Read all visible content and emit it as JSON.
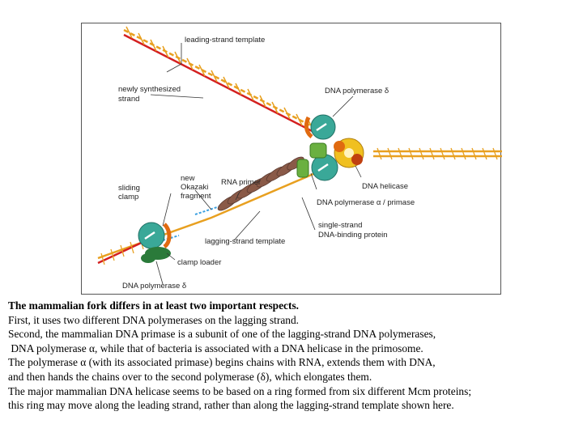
{
  "figure": {
    "labels": {
      "leading_strand_template": "leading-strand template",
      "newly_synthesized_1": "newly synthesized",
      "newly_synthesized_2": "strand",
      "dna_pol_delta_top": "DNA polymerase δ",
      "dna_helicase": "DNA helicase",
      "rna_primer": "RNA primer",
      "new_okazaki_1": "new",
      "new_okazaki_2": "Okazaki",
      "new_okazaki_3": "fragment",
      "sliding_clamp_1": "sliding",
      "sliding_clamp_2": "clamp",
      "dna_pol_alpha": "DNA polymerase α / primase",
      "single_strand_1": "single-strand",
      "single_strand_2": "DNA-binding protein",
      "lagging_strand_template": "lagging-strand template",
      "clamp_loader": "clamp loader",
      "dna_pol_delta_bottom": "DNA polymerase δ"
    }
  },
  "caption": {
    "title": "The mammalian fork differs in at least two important respects.",
    "line1": "First, it uses two different DNA polymerases on the lagging strand.",
    "line2": "Second, the mammalian DNA primase is a subunit of one of the lagging-strand DNA polymerases,",
    "line3": " DNA polymerase α, while that of bacteria is associated with a DNA helicase in the primosome.",
    "line4": "The polymerase α (with its associated primase) begins chains with RNA, extends them with DNA,",
    "line5": "and then hands the chains over to the second polymerase (δ), which elongates them.",
    "line6": "The major mammalian DNA helicase seems to be based on a ring formed from six different Mcm proteins;",
    "line7": "this ring may move along the leading strand, rather than along the lagging-strand template shown here."
  },
  "colors": {
    "template_strand": "#e8a020",
    "new_strand": "#d42020",
    "polymerase_teal": "#3aa898",
    "helicase_yellow": "#f0c020",
    "clamp_orange": "#e06a10",
    "pol_alpha_green": "#6ab040",
    "ssb_brown": "#8a5a48",
    "clamp_loader_green": "#2a7a3a",
    "rna_primer_blue": "#3aa0e0"
  }
}
